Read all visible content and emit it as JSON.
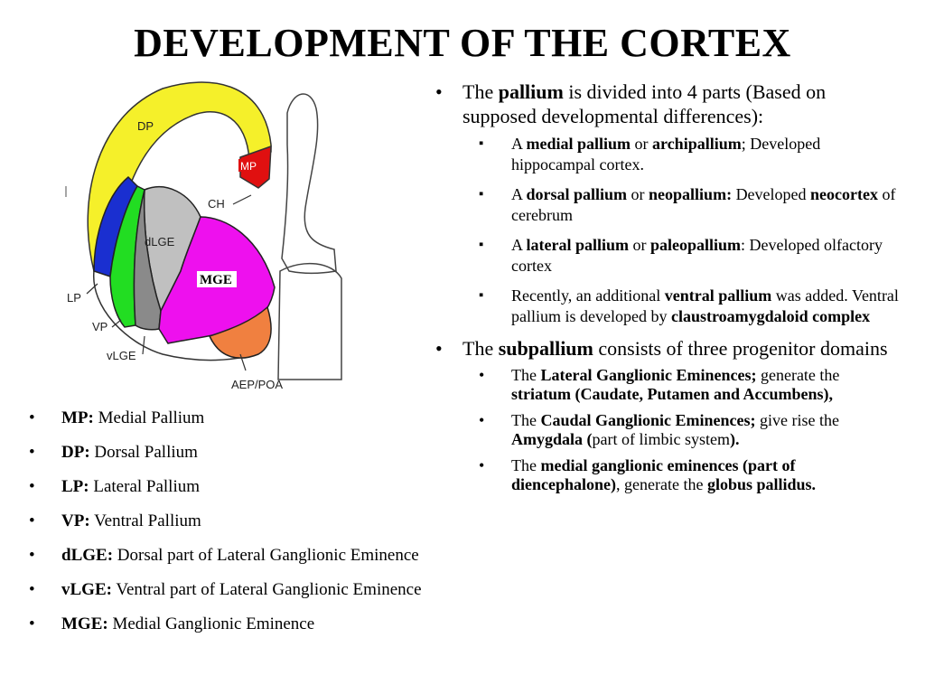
{
  "title": "DEVELOPMENT OF THE CORTEX",
  "diagram": {
    "labels": {
      "dp": "DP",
      "mp": "MP",
      "ch": "CH",
      "dlge": "dLGE",
      "mge": "MGE",
      "lp": "LP",
      "vp": "VP",
      "vlge": "vLGE",
      "aep": "AEP/POA"
    },
    "colors": {
      "dp": "#f5f02a",
      "mp": "#e01010",
      "lp": "#1a2fd0",
      "vp": "#22dd22",
      "dlge": "#c0c0c0",
      "vlge": "#8a8a8a",
      "mge": "#ee10ee",
      "aep": "#f08040"
    }
  },
  "legend": [
    {
      "term": "MP:",
      "desc": " Medial Pallium"
    },
    {
      "term": "DP:",
      "desc": " Dorsal Pallium"
    },
    {
      "term": "LP:",
      "desc": " Lateral Pallium"
    },
    {
      "term": "VP:",
      "desc": " Ventral Pallium"
    },
    {
      "term": "dLGE:",
      "desc": " Dorsal part of Lateral Ganglionic Eminence"
    },
    {
      "term": "vLGE:",
      "desc": " Ventral part of Lateral Ganglionic Eminence"
    },
    {
      "term": "MGE:",
      "desc": " Medial Ganglionic Eminence"
    }
  ],
  "pallium": {
    "intro_a": "The ",
    "intro_b": "pallium",
    "intro_c": " is divided into 4 parts (Based on supposed developmental differences):",
    "items": [
      [
        {
          "t": "A ",
          "b": false
        },
        {
          "t": "medial pallium",
          "b": true
        },
        {
          "t": " or ",
          "b": false
        },
        {
          "t": "archipallium",
          "b": true
        },
        {
          "t": "; Developed hippocampal cortex.",
          "b": false
        }
      ],
      [
        {
          "t": "A ",
          "b": false
        },
        {
          "t": "dorsal pallium",
          "b": true
        },
        {
          "t": " or ",
          "b": false
        },
        {
          "t": "neopallium:",
          "b": true
        },
        {
          "t": " Developed ",
          "b": false
        },
        {
          "t": "neocortex",
          "b": true
        },
        {
          "t": " of cerebrum",
          "b": false
        }
      ],
      [
        {
          "t": "A ",
          "b": false
        },
        {
          "t": "lateral pallium",
          "b": true
        },
        {
          "t": " or ",
          "b": false
        },
        {
          "t": "paleopallium",
          "b": true
        },
        {
          "t": ": Developed olfactory cortex",
          "b": false
        }
      ],
      [
        {
          "t": "Recently, an additional ",
          "b": false
        },
        {
          "t": "ventral pallium",
          "b": true
        },
        {
          "t": " was added. Ventral pallium is developed by ",
          "b": false
        },
        {
          "t": "claustroamygdaloid complex",
          "b": true
        }
      ]
    ]
  },
  "subpallium": {
    "intro_a": "The ",
    "intro_b": "subpallium",
    "intro_c": " consists of three progenitor domains",
    "items": [
      [
        {
          "t": "The ",
          "b": false
        },
        {
          "t": "Lateral Ganglionic Eminences;",
          "b": true
        },
        {
          "t": " generate the ",
          "b": false
        },
        {
          "t": "striatum (Caudate, Putamen and Accumbens),",
          "b": true
        }
      ],
      [
        {
          "t": "The ",
          "b": false
        },
        {
          "t": "Caudal Ganglionic Eminences;",
          "b": true
        },
        {
          "t": " give rise the ",
          "b": false
        },
        {
          "t": "Amygdala (",
          "b": true
        },
        {
          "t": "part of limbic system",
          "b": false
        },
        {
          "t": ").",
          "b": true
        }
      ],
      [
        {
          "t": "The ",
          "b": false
        },
        {
          "t": "medial ganglionic eminences (part of diencephalone)",
          "b": true
        },
        {
          "t": ", generate the ",
          "b": false
        },
        {
          "t": "globus pallidus.",
          "b": true
        }
      ]
    ]
  }
}
